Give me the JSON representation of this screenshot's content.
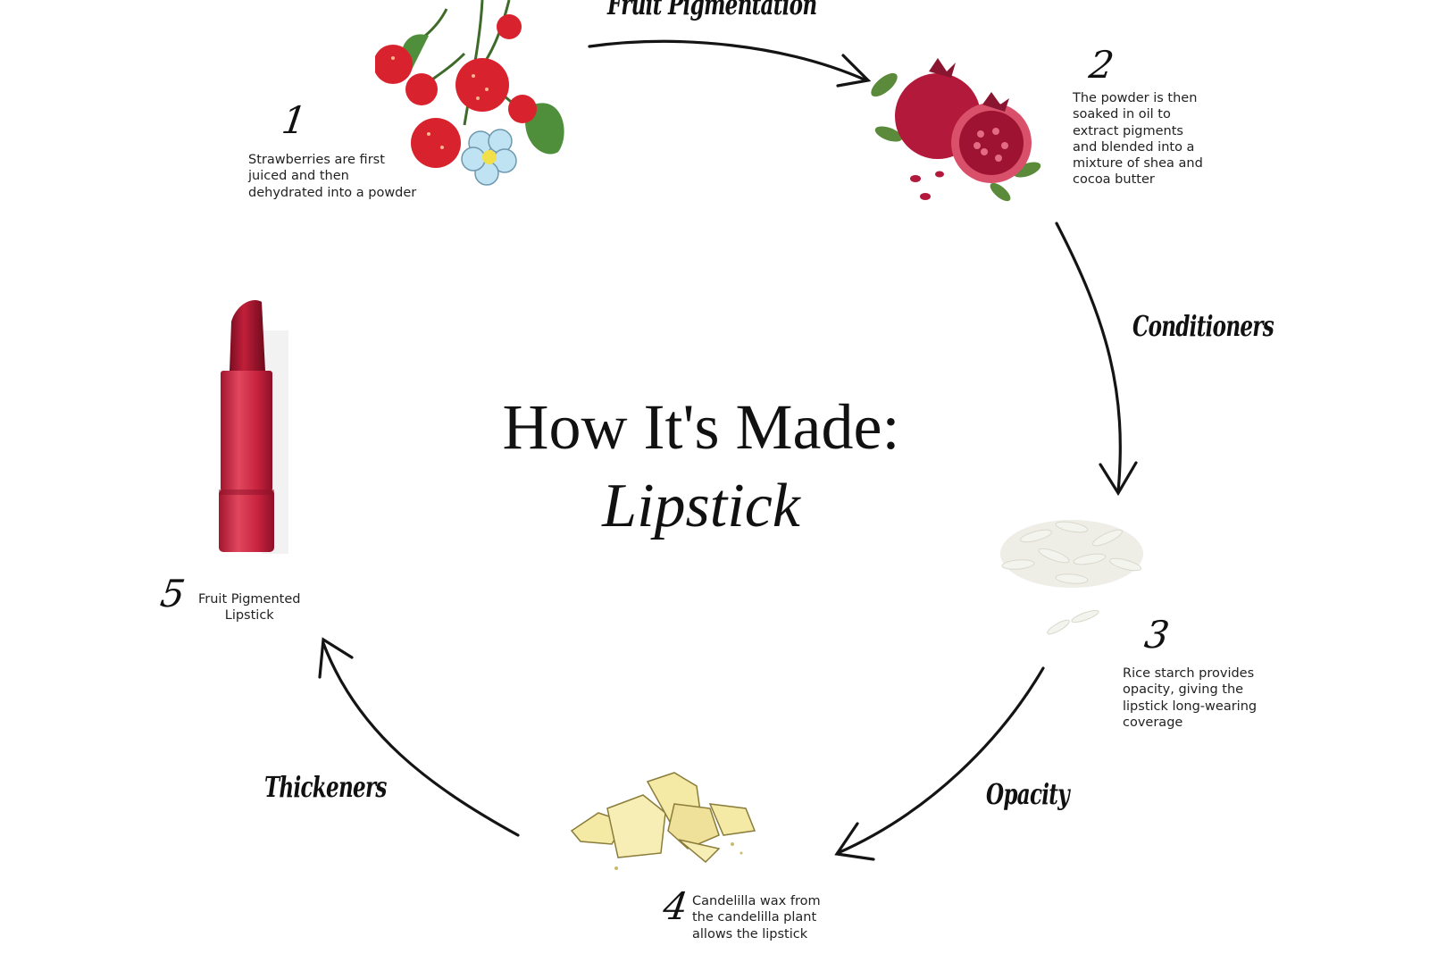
{
  "title": "How It's Made:",
  "subtitle": "Lipstick",
  "steps": [
    {
      "number": "1",
      "text": "Strawberries are first\njuiced and then\ndehydrated into a powder",
      "image": "strawberry-plant-illustration"
    },
    {
      "number": "2",
      "text": "The powder is then\nsoaked in oil to\nextract pigments\nand blended into a\nmixture of shea and\ncocoa butter",
      "image": "pomegranate-illustration"
    },
    {
      "number": "3",
      "text": "Rice starch provides\nopacity, giving the\nlipstick long-wearing\ncoverage",
      "image": "rice-grains-illustration"
    },
    {
      "number": "4",
      "text": "Candelilla wax from\nthe candelilla plant\nallows the lipstick",
      "image": "wax-chunks-illustration"
    },
    {
      "number": "5",
      "text": "Fruit Pigmented\nLipstick",
      "image": "lipstick-photo"
    }
  ],
  "arrow_labels": {
    "fruit": "Fruit Pigmentation",
    "conditioners": "Conditioners",
    "opacity": "Opacity",
    "thickeners": "Thickeners"
  },
  "colors": {
    "strawberry": "#d8232e",
    "pomegranate": "#b3193a",
    "leaf": "#3e8a3a",
    "lipstick": "#c8233f",
    "wax": "#f5e9a6",
    "ink": "#1a1a1a"
  }
}
